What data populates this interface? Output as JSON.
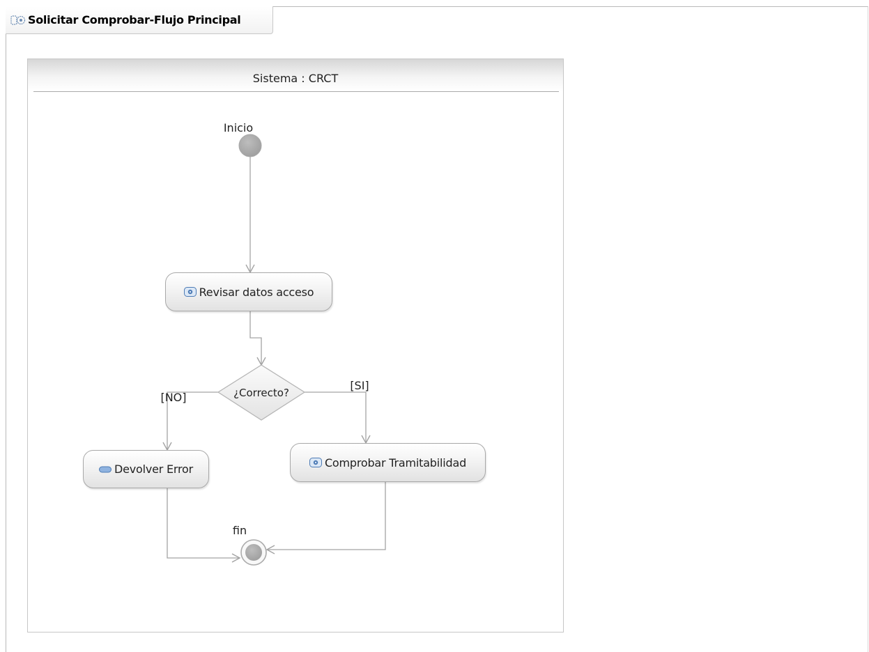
{
  "diagram": {
    "tab_title": "Solicitar Comprobar-Flujo Principal",
    "tab_icon": "activity-diagram-icon",
    "partition_title": "Sistema : CRCT"
  },
  "nodes": {
    "initial": {
      "label": "Inicio"
    },
    "final": {
      "label": "fin"
    },
    "revisar": {
      "label": "Revisar datos acceso",
      "icon": "call-behavior-action-icon"
    },
    "decision": {
      "label": "¿Correcto?"
    },
    "devolver": {
      "label": "Devolver Error",
      "icon": "opaque-action-icon"
    },
    "comprobar": {
      "label": "Comprobar Tramitabilidad",
      "icon": "call-behavior-action-icon"
    }
  },
  "guards": {
    "no": "[NO]",
    "si": "[SI]"
  },
  "colors": {
    "edge": "#a3a3a3",
    "node_gray": "#a6a6a6",
    "partition_border": "#c6c6c6"
  }
}
